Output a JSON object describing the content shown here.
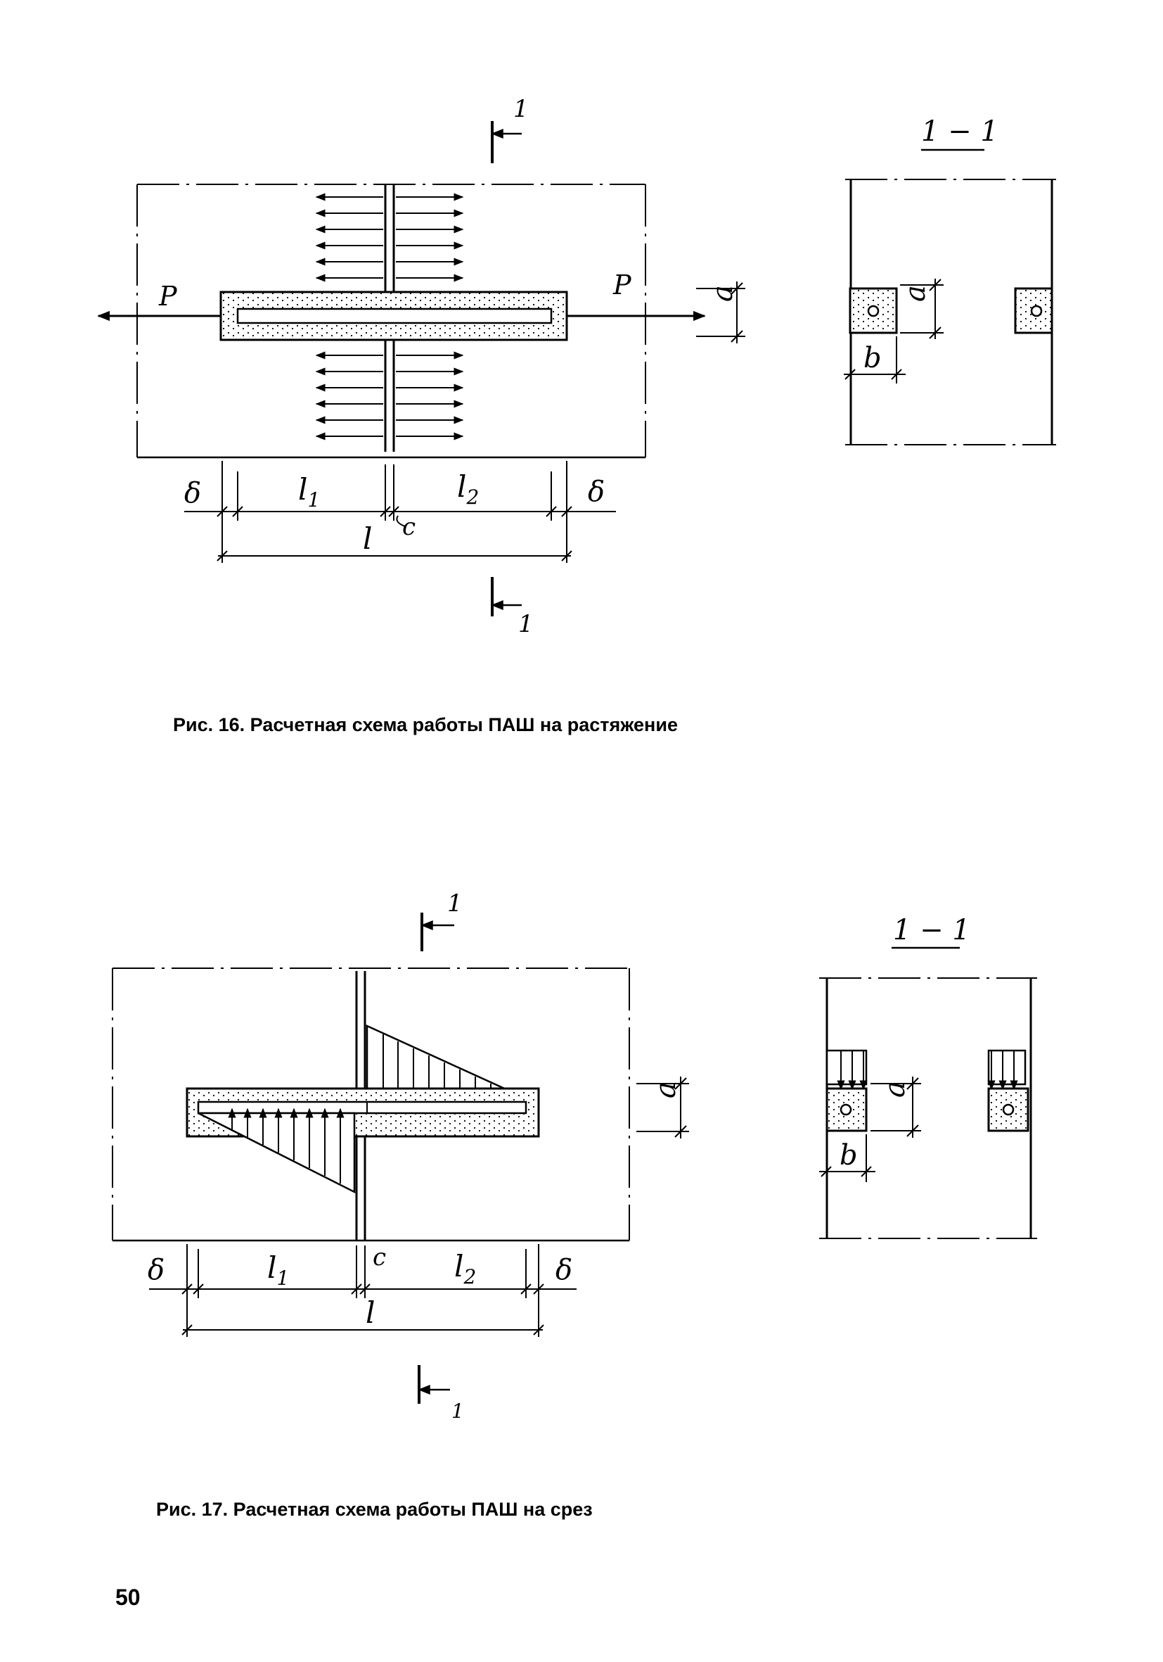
{
  "figure16": {
    "caption": "Рис. 16. Расчетная схема работы ПАШ на растяжение",
    "section_title": "1 − 1",
    "section_mark": "1",
    "labels": {
      "P_left": "P",
      "P_right": "P",
      "a": "a",
      "b": "b",
      "delta_left": "δ",
      "delta_right": "δ",
      "l1": "l",
      "l1_sub": "1",
      "l2": "l",
      "l2_sub": "2",
      "l": "l",
      "c": "c"
    }
  },
  "figure17": {
    "caption": "Рис. 17. Расчетная схема работы ПАШ на срез",
    "section_title": "1 − 1",
    "section_mark": "1",
    "labels": {
      "a": "a",
      "b": "b",
      "delta_left": "δ",
      "delta_right": "δ",
      "l1": "l",
      "l1_sub": "1",
      "l2": "l",
      "l2_sub": "2",
      "l": "l",
      "c": "c"
    }
  },
  "page_number": "50"
}
